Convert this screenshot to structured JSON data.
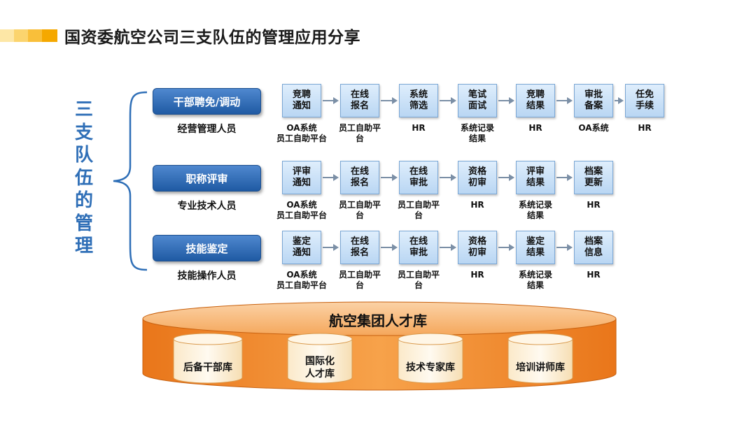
{
  "title": "国资委航空公司三支队伍的管理应用分享",
  "vertical_label": [
    "三",
    "支",
    "队",
    "伍",
    "的",
    "管",
    "理"
  ],
  "colors": {
    "accent_blue": "#2f6fb7",
    "pool_orange": "#f07c1e",
    "step_fill": "#c8def6"
  },
  "rows": [
    {
      "category": "干部聘免/调动",
      "personnel": "经营管理人员",
      "steps": [
        {
          "label": "竞聘\n通知",
          "sub": "OA系统\n员工自助平台"
        },
        {
          "label": "在线\n报名",
          "sub": "员工自助平\n台"
        },
        {
          "label": "系统\n筛选",
          "sub": "HR"
        },
        {
          "label": "笔试\n面试",
          "sub": "系统记录\n结果"
        },
        {
          "label": "竞聘\n结果",
          "sub": "HR"
        },
        {
          "label": "审批\n备案",
          "sub": "OA系统"
        },
        {
          "label": "任免\n手续",
          "sub": "HR"
        }
      ]
    },
    {
      "category": "职称评审",
      "personnel": "专业技术人员",
      "steps": [
        {
          "label": "评审\n通知",
          "sub": "OA系统\n员工自助平台"
        },
        {
          "label": "在线\n报名",
          "sub": "员工自助平\n台"
        },
        {
          "label": "在线\n审批",
          "sub": "员工自助平\n台"
        },
        {
          "label": "资格\n初审",
          "sub": "HR"
        },
        {
          "label": "评审\n结果",
          "sub": "系统记录\n结果"
        },
        {
          "label": "档案\n更新",
          "sub": "HR"
        }
      ]
    },
    {
      "category": "技能鉴定",
      "personnel": "技能操作人员",
      "steps": [
        {
          "label": "鉴定\n通知",
          "sub": "OA系统\n员工自助平台"
        },
        {
          "label": "在线\n报名",
          "sub": "员工自助平\n台"
        },
        {
          "label": "在线\n审批",
          "sub": "员工自助平\n台"
        },
        {
          "label": "资格\n初审",
          "sub": "HR"
        },
        {
          "label": "鉴定\n结果",
          "sub": "系统记录\n结果"
        },
        {
          "label": "档案\n信息",
          "sub": "HR"
        }
      ]
    }
  ],
  "talent_pool": {
    "title": "航空集团人才库",
    "databases": [
      "后备干部库",
      "国际化\n人才库",
      "技术专家库",
      "培训讲师库"
    ]
  }
}
